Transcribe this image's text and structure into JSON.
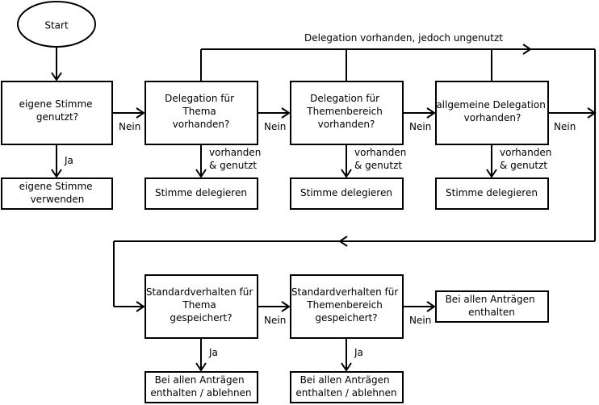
{
  "nodes": {
    "start": "Start",
    "q_own_vote": [
      "eigene Stimme",
      "genutzt?"
    ],
    "q_topic_delegation": [
      "Delegation für",
      "Thema",
      "vorhanden?"
    ],
    "q_area_delegation": [
      "Delegation für",
      "Themenbereich",
      "vorhanden?"
    ],
    "q_general_delegation": [
      "allgemeine Delegation",
      "vorhanden?"
    ],
    "use_own_vote": [
      "eigene Stimme",
      "verwenden"
    ],
    "delegate_1": "Stimme delegieren",
    "delegate_2": "Stimme delegieren",
    "delegate_3": "Stimme delegieren",
    "q_topic_default": [
      "Standardverhalten für",
      "Thema",
      "gespeichert?"
    ],
    "q_area_default": [
      "Standardverhalten für",
      "Themenbereich",
      "gespeichert?"
    ],
    "abstain_all": [
      "Bei allen Anträgen",
      "enthalten"
    ],
    "apply_default_1": [
      "Bei allen Anträgen",
      "enthalten / ablehnen"
    ],
    "apply_default_2": [
      "Bei allen Anträgen",
      "enthalten / ablehnen"
    ]
  },
  "edge_labels": {
    "no_1": "Nein",
    "no_2": "Nein",
    "no_3": "Nein",
    "no_4": "Nein",
    "no_5": "Nein",
    "no_6": "Nein",
    "yes_1": "Ja",
    "yes_2": "Ja",
    "yes_3": "Ja",
    "used_1": [
      "vorhanden",
      "& genutzt"
    ],
    "used_2": [
      "vorhanden",
      "& genutzt"
    ],
    "used_3": [
      "vorhanden",
      "& genutzt"
    ],
    "unused_banner": "Delegation vorhanden, jedoch ungenutzt"
  }
}
